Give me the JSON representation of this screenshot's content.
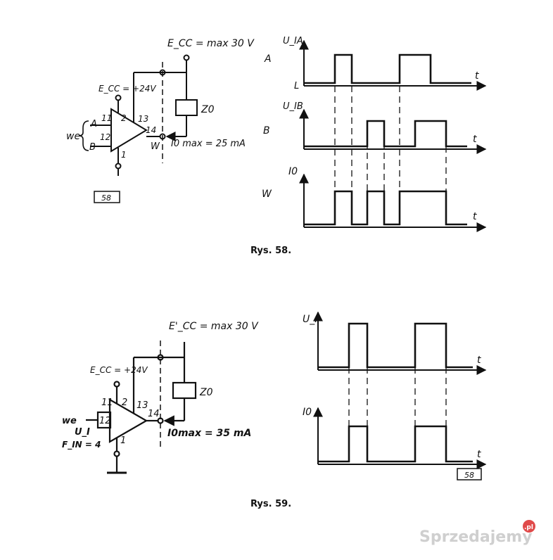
{
  "fig58": {
    "supply_label": "E_CC = max 30 V",
    "vcc_label": "E_CC = +24V",
    "pin_11": "11",
    "pin_2": "2",
    "pin_12": "12",
    "pin_13": "13",
    "pin_14": "14",
    "pin_1": "1",
    "input_a": "A",
    "input_b": "B",
    "we": "we",
    "output_w": "W",
    "load": "Z0",
    "current": "I0 max = 25 mA",
    "tag": "58",
    "caption": "Rys.  58.",
    "wave_a_label": "A",
    "wave_a_axis": "U_IA",
    "wave_a_low": "L",
    "wave_b_label": "B",
    "wave_b_axis": "U_IB",
    "wave_w_label": "W",
    "wave_w_axis": "I0",
    "t": "t"
  },
  "fig59": {
    "supply_label": "E'_CC = max 30 V",
    "vcc_label": "E_CC = +24V",
    "pin_11": "11",
    "pin_2": "2",
    "pin_12": "12",
    "pin_13": "13",
    "pin_14": "14",
    "pin_1": "1",
    "we": "we",
    "ui": "U_I",
    "fin": "F_IN = 4",
    "load": "Z0",
    "current": "I0max = 35 mA",
    "tag": "58",
    "caption": "Rys.  59.",
    "wave_u_axis": "U_I",
    "wave_i_axis": "I0",
    "t": "t"
  },
  "watermark": {
    "text": "Sprzedajemy",
    "suffix": ".pl"
  }
}
